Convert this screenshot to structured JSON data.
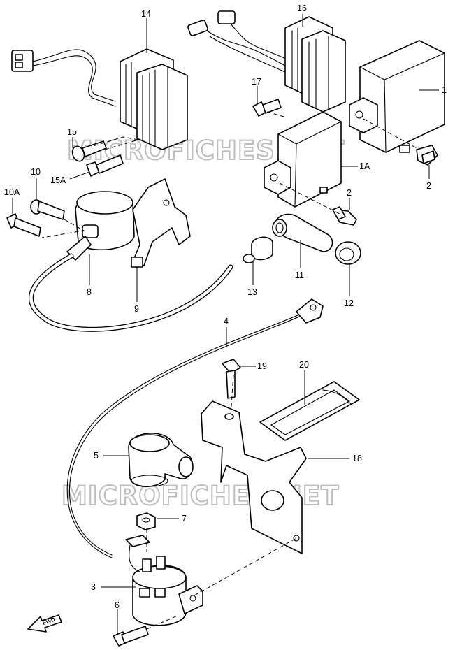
{
  "watermark": "MICROFICHES.NET",
  "forward_badge": "FWD",
  "callouts": {
    "p1": "1",
    "p1a": "1A",
    "p2a": "2",
    "p2b": "2",
    "p3": "3",
    "p4": "4",
    "p5": "5",
    "p6": "6",
    "p7": "7",
    "p8": "8",
    "p9": "9",
    "p10": "10",
    "p10a": "10A",
    "p11": "11",
    "p12": "12",
    "p13": "13",
    "p14": "14",
    "p15": "15",
    "p15a": "15A",
    "p16": "16",
    "p17": "17",
    "p18": "18",
    "p19": "19",
    "p20": "20"
  }
}
